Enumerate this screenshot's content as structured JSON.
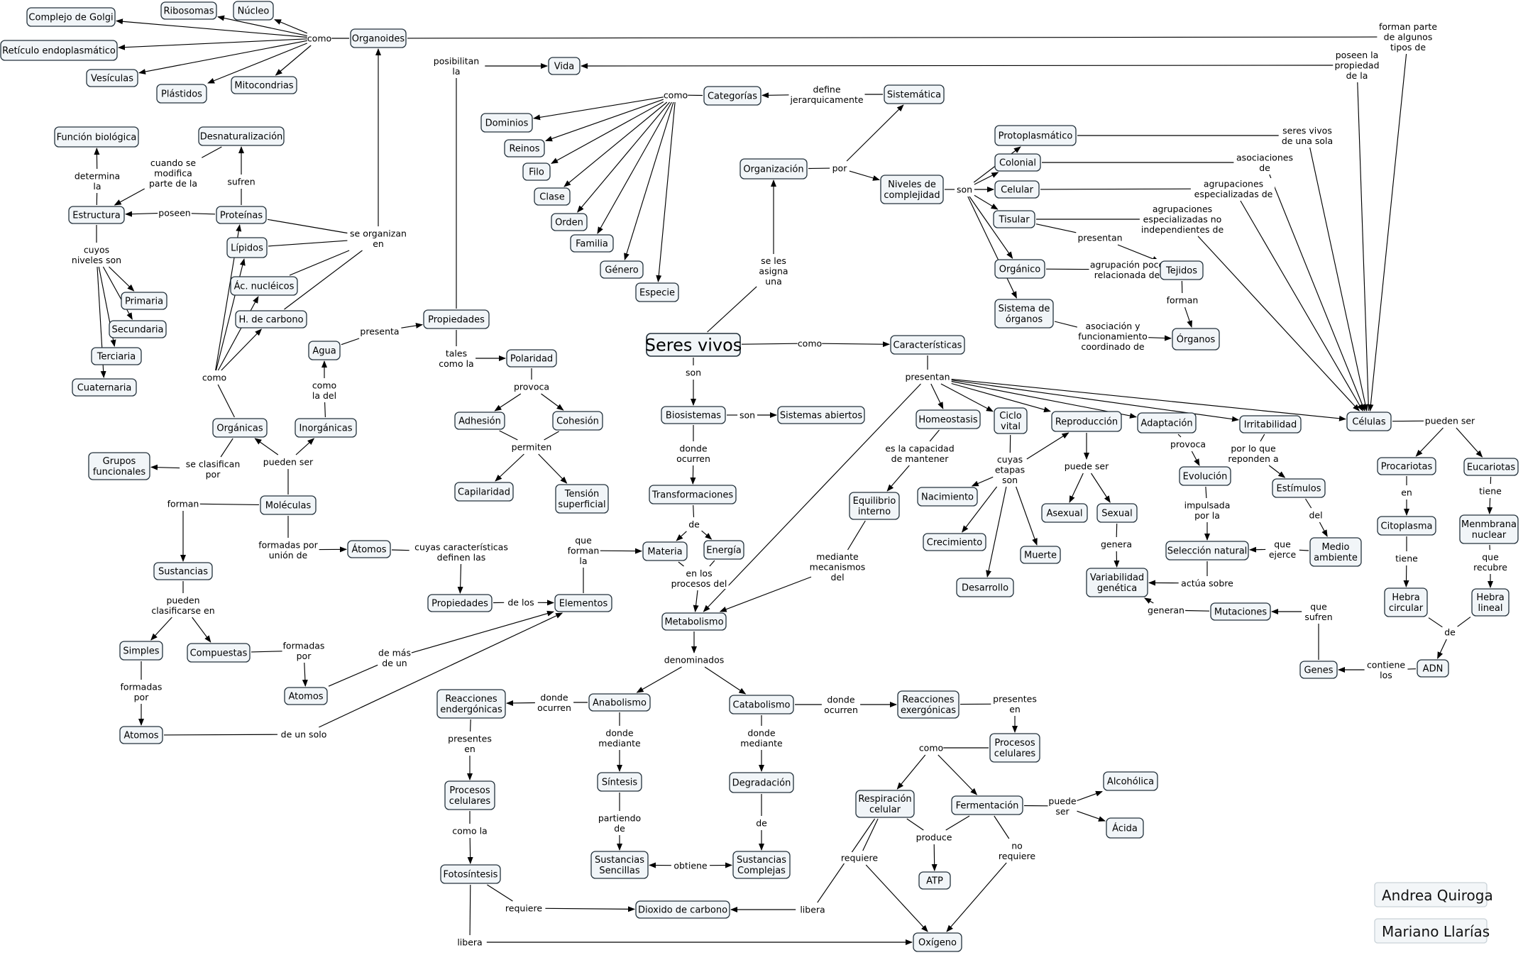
{
  "concepts": {
    "seres_vivos": "Seres vivos",
    "organoides": "Organoides",
    "golgi": "Complejo de Golgi",
    "ribosomas": "Ribosomas",
    "nucleo": "Núcleo",
    "reticulo": "Retículo endoplasmático",
    "vesiculas": "Vesículas",
    "plastidos": "Plástidos",
    "mitocondrias": "Mitocondrias",
    "vida": "Vida",
    "funcion_biologica": "Función biológica",
    "desnaturalizacion": "Desnaturalización",
    "estructura": "Estructura",
    "proteinas": "Proteínas",
    "lipidos": "Lípidos",
    "ac_nucleicos": "Ác. nucléicos",
    "h_carbono": "H. de carbono",
    "primaria": "Primaria",
    "secundaria": "Secundaria",
    "terciaria": "Terciaria",
    "cuaternaria": "Cuaternaria",
    "agua": "Agua",
    "propiedades1": "Propiedades",
    "organicas": "Orgánicas",
    "inorganicas": "Inorgánicas",
    "grupos_funcionales": "Grupos\nfuncionales",
    "moleculas": "Moléculas",
    "sustancias": "Sustancias",
    "simples": "Simples",
    "compuestas": "Compuestas",
    "atomos1": "Átomos",
    "atomos2": "Atomos",
    "atomos3": "Atomos",
    "propiedades2": "Propiedades",
    "elementos": "Elementos",
    "polaridad": "Polaridad",
    "adhesion": "Adhesión",
    "cohesion": "Cohesión",
    "capilaridad": "Capilaridad",
    "tension": "Tensión\nsuperficial",
    "categorias": "Categorías",
    "sistematica": "Sistemática",
    "dominios": "Dominios",
    "reinos": "Reinos",
    "filo": "Filo",
    "clase": "Clase",
    "orden": "Orden",
    "familia": "Familia",
    "genero": "Género",
    "especie": "Especie",
    "organizacion": "Organización",
    "niveles": "Niveles de\ncomplejidad",
    "protoplasmatico": "Protoplasmático",
    "colonial": "Colonial",
    "celular": "Celular",
    "tisular": "Tisular",
    "organico": "Orgánico",
    "sistema_organos": "Sistema de\nórganos",
    "tejidos": "Tejidos",
    "organos": "Órganos",
    "caracteristicas": "Características",
    "biosistemas": "Biosistemas",
    "sistemas_abiertos": "Sistemas abiertos",
    "transformaciones": "Transformaciones",
    "materia": "Materia",
    "energia": "Energía",
    "metabolismo": "Metabolismo",
    "homeostasis": "Homeostasis",
    "equilibrio": "Equilibrio\ninterno",
    "ciclo_vital": "Ciclo\nvital",
    "nacimiento": "Nacimiento",
    "crecimiento": "Crecimiento",
    "desarrollo": "Desarrollo",
    "muerte": "Muerte",
    "reproduccion": "Reproducción",
    "asexual": "Asexual",
    "sexual": "Sexual",
    "variabilidad": "Variabilidad\ngenética",
    "adaptacion": "Adaptación",
    "evolucion": "Evolución",
    "seleccion": "Selección natural",
    "irritabilidad": "Irritabilidad",
    "estimulos": "Estímulos",
    "medio": "Medio\nambiente",
    "mutaciones": "Mutaciones",
    "celulas": "Células",
    "procariotas": "Procariotas",
    "eucariotas": "Eucariotas",
    "citoplasma": "Citoplasma",
    "membrana": "Menmbrana\nnuclear",
    "hebra_circular": "Hebra\ncircular",
    "hebra_lineal": "Hebra\nlineal",
    "adn": "ADN",
    "genes": "Genes",
    "anabolismo": "Anabolismo",
    "catabolismo": "Catabolismo",
    "reacciones_end": "Reacciones\nendergónicas",
    "reacciones_exe": "Reacciones\nexergónicas",
    "procesos1": "Procesos\ncelulares",
    "procesos2": "Procesos\ncelulares",
    "fotosintesis": "Fotosíntesis",
    "sintesis": "Síntesis",
    "degradacion": "Degradación",
    "sust_sencillas": "Sustancias\nSencillas",
    "sust_complejas": "Sustancias\nComplejas",
    "dioxido": "Dioxido de carbono",
    "oxigeno": "Oxígeno",
    "respiracion": "Respiración\ncelular",
    "fermentacion": "Fermentación",
    "alcoholica": "Alcohólica",
    "acida": "Ácida",
    "atp": "ATP"
  },
  "linking_phrases": {
    "como_org": "como",
    "forman_parte": "forman parte\nde algunos\ntipos de",
    "posibilitan": "posibilitan\nla",
    "poseen_prop": "poseen la\npropiedad\nde la",
    "como_cat": "como",
    "define": "define\njerarquicamente",
    "cuando": "cuando se\nmodifica\nparte de la",
    "determina": "determina\nla",
    "sufren": "sufren",
    "poseen": "poseen",
    "se_organizan": "se organizan\nen",
    "cuyos": "cuyos\nniveles son",
    "presenta": "presenta",
    "como_mol": "como",
    "como_la_del": "como\nla del",
    "tales": "tales\ncomo la",
    "provoca1": "provoca",
    "permiten": "permiten",
    "se_clasifican": "se clasifican\npor",
    "pueden_ser1": "pueden ser",
    "forman": "forman",
    "formadas_union": "formadas por\nunión de",
    "cuyas_car": "cuyas características\ndefinen las",
    "de_los": "de los",
    "pueden_clas": "pueden\nclasificarse en",
    "formadas_por1": "formadas\npor",
    "formadas_por2": "formadas\npor",
    "de_mas": "de más\nde un",
    "de_un_solo": "de un solo",
    "que_forman": "que\nforman\nla",
    "de_mat": "de",
    "en_procesos": "en los\nprocesos del",
    "por": "por",
    "son_niv": "son",
    "se_les": "se les\nasigna\nuna",
    "como_car": "como",
    "son_bio": "son",
    "son_sis": "son",
    "donde_ocurren1": "donde\nocurren",
    "presentan": "presentan",
    "es_capacidad": "es la capacidad\nde mantener",
    "mediante": "mediante\nmecanismos\ndel",
    "cuyas_etapas": "cuyas\netapas\nson",
    "puede_ser1": "puede ser",
    "genera": "genera",
    "provoca2": "provoca",
    "impulsada": "impulsada\npor la",
    "que_ejerce": "que\nejerce",
    "actua": "actúa sobre",
    "generan": "generan",
    "que_sufren": "que\nsufren",
    "por_lo_que": "por lo que\nreponden a",
    "del": "del",
    "pueden_ser2": "pueden ser",
    "en": "en",
    "tiene1": "tiene",
    "tiene2": "tiene",
    "que_recubre": "que\nrecubre",
    "de_adn": "de",
    "contiene": "contiene\nlos",
    "seres_sola": "seres vivos\nde una sola",
    "asociaciones": "asociaciones\nde",
    "agrup_esp": "agrupaciones\nespecializadas de",
    "agrup_no": "agrupaciones\nespecializadas no\nindependientes de",
    "presentan_tis": "presentan",
    "agrup_poco": "agrupación poco\nrelacionada de",
    "forman_org": "forman",
    "asociacion": "asociación y\nfuncionamiento\ncoordinado de",
    "denominados": "denominados",
    "donde_ocurren2": "donde\nocurren",
    "donde_ocurren3": "donde\nocurren",
    "presentes_en1": "presentes\nen",
    "presentes_en2": "presentes\nen",
    "donde_med1": "donde\nmediante",
    "donde_med2": "donde\nmediante",
    "partiendo": "partiendo\nde",
    "de_deg": "de",
    "obtiene": "obtiene",
    "como_la": "como la",
    "requiere1": "requiere",
    "libera1": "libera",
    "libera2": "libera",
    "como_proc": "como",
    "produce": "produce",
    "requiere2": "requiere",
    "no_requiere": "no\nrequiere",
    "puede_ser2": "puede\nser"
  },
  "authors": [
    "Andrea Quiroga",
    "Mariano Llarías"
  ]
}
